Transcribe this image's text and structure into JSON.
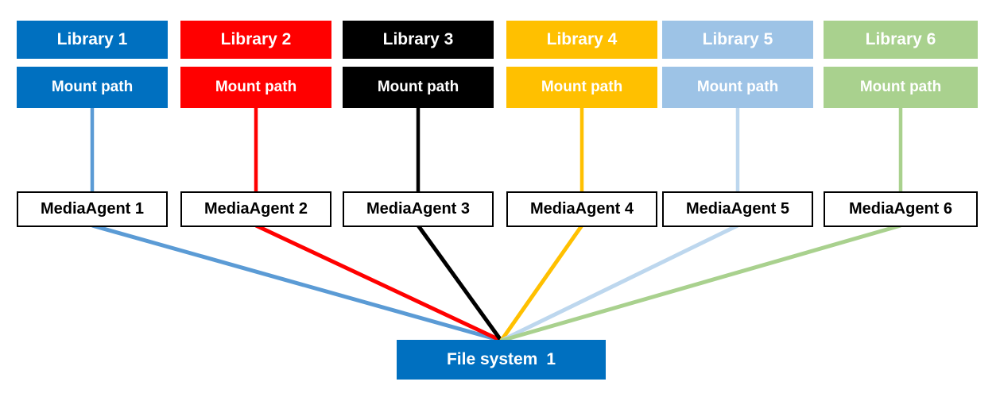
{
  "diagram": {
    "columns": [
      {
        "library_label": "Library 1",
        "mount_label": "Mount path",
        "agent_label": "MediaAgent 1",
        "box_color": "#0070C0",
        "line_color": "#5B9BD5",
        "text_color": "#FFFFFF"
      },
      {
        "library_label": "Library 2",
        "mount_label": "Mount path",
        "agent_label": "MediaAgent 2",
        "box_color": "#FF0000",
        "line_color": "#FF0000",
        "text_color": "#FFFFFF"
      },
      {
        "library_label": "Library 3",
        "mount_label": "Mount path",
        "agent_label": "MediaAgent 3",
        "box_color": "#000000",
        "line_color": "#000000",
        "text_color": "#FFFFFF"
      },
      {
        "library_label": "Library 4",
        "mount_label": "Mount path",
        "agent_label": "MediaAgent 4",
        "box_color": "#FFC000",
        "line_color": "#FFC000",
        "text_color": "#FFFFFF"
      },
      {
        "library_label": "Library 5",
        "mount_label": "Mount path",
        "agent_label": "MediaAgent 5",
        "box_color": "#9DC3E6",
        "line_color": "#BDD7EE",
        "text_color": "#FFFFFF"
      },
      {
        "library_label": "Library 6",
        "mount_label": "Mount path",
        "agent_label": "MediaAgent 6",
        "box_color": "#A9D18E",
        "line_color": "#A9D18E",
        "text_color": "#FFFFFF"
      }
    ],
    "file_system": {
      "label": "File system",
      "number": "1",
      "box_color": "#0070C0",
      "text_color": "#FFFFFF"
    }
  }
}
